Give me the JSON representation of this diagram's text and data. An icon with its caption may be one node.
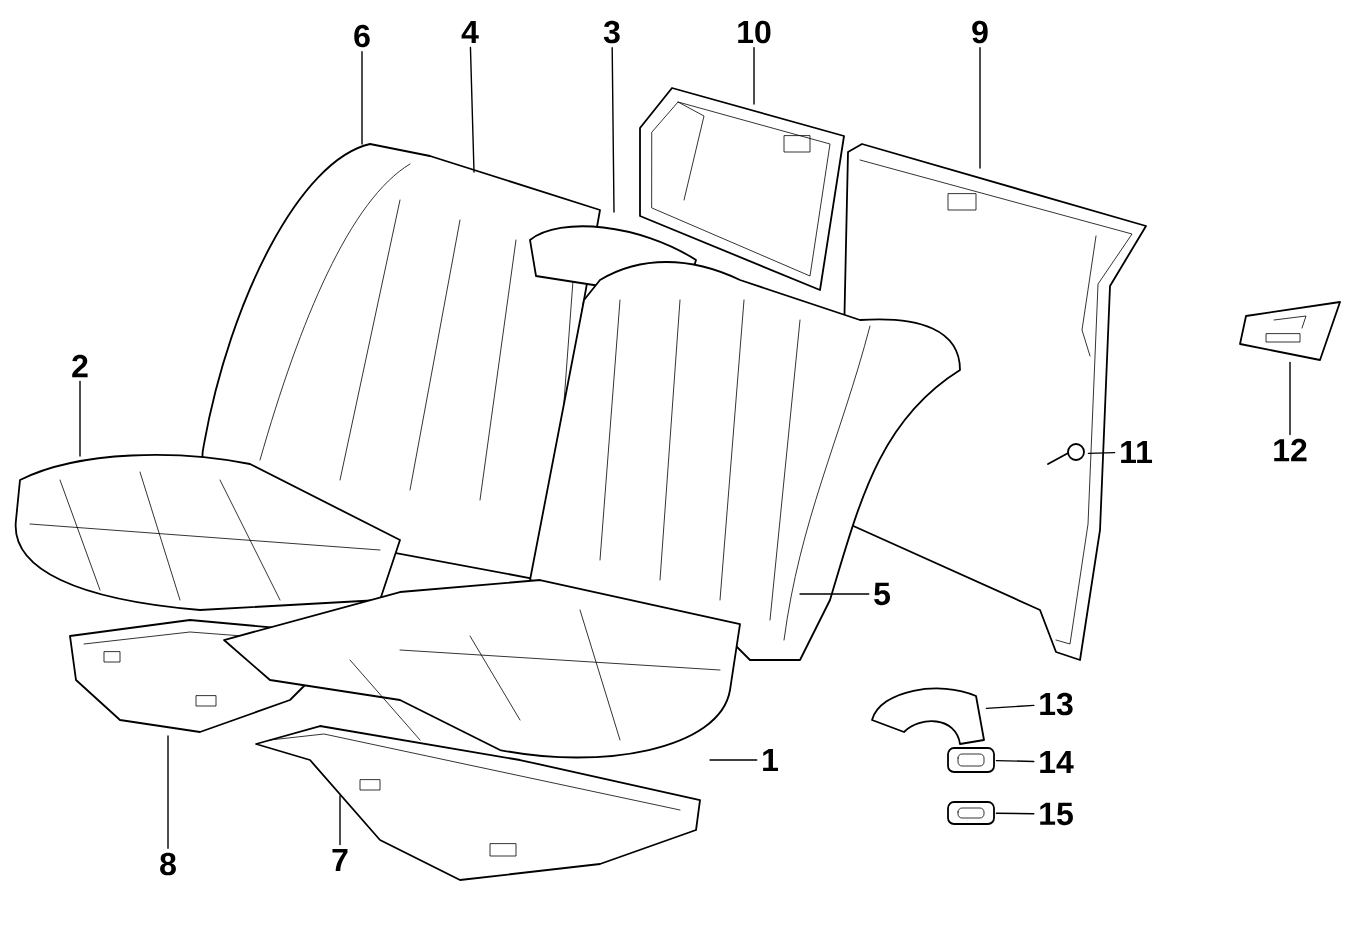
{
  "diagram": {
    "nodes": [
      {
        "text": [
          "6"
        ]
      },
      {
        "text": [
          "4"
        ]
      },
      {
        "text": [
          "3"
        ]
      },
      {
        "text": [
          "10"
        ]
      },
      {
        "text": [
          "9"
        ]
      },
      {
        "text": [
          "2"
        ]
      },
      {
        "text": [
          "11"
        ]
      },
      {
        "text": [
          "12"
        ]
      },
      {
        "text": [
          "5"
        ]
      },
      {
        "text": [
          "13"
        ]
      },
      {
        "text": [
          "1"
        ]
      },
      {
        "text": [
          "14"
        ]
      },
      {
        "text": [
          "15"
        ]
      },
      {
        "text": [
          "7"
        ]
      },
      {
        "text": [
          "8"
        ]
      },
      {
        "text": [],
        "shape": "picture"
      },
      {
        "text": [],
        "shape": "picture"
      },
      {
        "text": [],
        "shape": "picture"
      },
      {
        "text": [],
        "shape": "picture"
      },
      {
        "text": [],
        "shape": "picture"
      }
    ],
    "edges": [
      {
        "from": 0,
        "to": null,
        "arrow": "none"
      },
      {
        "from": 1,
        "to": null,
        "arrow": "none"
      },
      {
        "from": 2,
        "to": null,
        "arrow": "none"
      },
      {
        "from": 3,
        "to": null,
        "arrow": "none"
      },
      {
        "from": 4,
        "to": null,
        "arrow": "none"
      },
      {
        "from": 5,
        "to": null,
        "arrow": "none"
      },
      {
        "from": 6,
        "to": 15,
        "arrow": "none"
      },
      {
        "from": 7,
        "to": 16,
        "arrow": "none"
      },
      {
        "from": 8,
        "to": null,
        "arrow": "none"
      },
      {
        "from": 9,
        "to": 17,
        "arrow": "none"
      },
      {
        "from": 10,
        "to": null,
        "arrow": "none"
      },
      {
        "from": 11,
        "to": 18,
        "arrow": "none"
      },
      {
        "from": 12,
        "to": 19,
        "arrow": "none"
      },
      {
        "from": 13,
        "to": null,
        "arrow": "none"
      },
      {
        "from": 14,
        "to": null,
        "arrow": "none"
      }
    ]
  }
}
